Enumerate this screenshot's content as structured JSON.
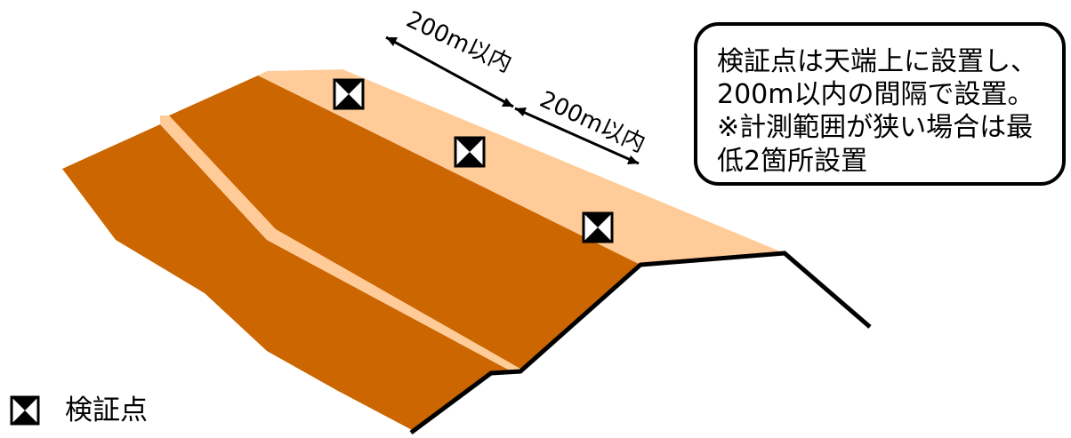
{
  "colors": {
    "slope_dark": "#CC6600",
    "crest_light": "#FFCC99",
    "outline": "#000000"
  },
  "dimensions": {
    "upper_label": "200m以内",
    "lower_label": "200m以内"
  },
  "callout": {
    "lines": [
      "検証点は天端上に設置し、",
      "200m以内の間隔で設置。",
      "※計測範囲が狭い場合は最",
      "低2箇所設置"
    ]
  },
  "markers": {
    "icon": "hourglass-marker-icon",
    "count": 3
  },
  "legend": {
    "icon": "hourglass-marker-icon",
    "label": "検証点"
  }
}
